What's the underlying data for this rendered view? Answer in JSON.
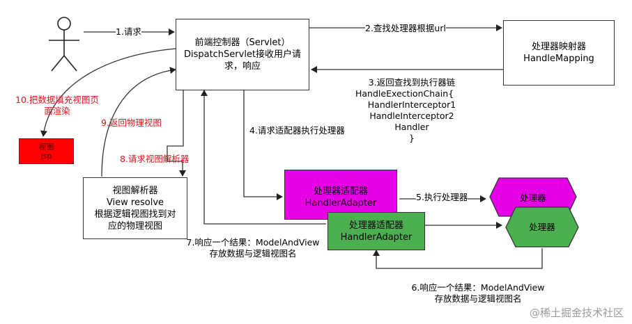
{
  "nodes": {
    "dispatcher": [
      "前端控制器（Servlet）",
      "DispatchServlet接收用户请",
      "求，响应"
    ],
    "handler_mapping": [
      "处理器映射器",
      "HandleMapping"
    ],
    "adapter_back": [
      "处理器适配器",
      "HandlerAdapter"
    ],
    "adapter_front": [
      "处理器适配器",
      "HandlerAdapter"
    ],
    "handler_back": "处理器",
    "handler_front": "处理器",
    "view_resolver": [
      "视图解析器",
      "View resolve",
      "根据逻辑视图找到对",
      "应的物理视图"
    ],
    "view_jsp": [
      "视图",
      "jsp"
    ]
  },
  "edges": {
    "e1": "1.请求",
    "e2": "2.查找处理器根据url",
    "e3": [
      "3.返回查找到执行器链",
      "HandleExectionChain{",
      "HandlerInterceptor1",
      "HandleInterceptor2",
      "Handler",
      "}"
    ],
    "e4": "4.请求适配器执行处理器",
    "e5": "5.执行处理器",
    "e6": [
      "6.响应一个结果：ModelAndView",
      "存放数据与逻辑视图名"
    ],
    "e7": [
      "7.响应一个结果：ModelAndView",
      "存放数据与逻辑视图名"
    ],
    "e8": "8.请求视图解析器",
    "e9": "9.返回物理视图",
    "e10": [
      "10.把数据填充视图页",
      "面渲染"
    ]
  },
  "watermark": "@稀土掘金技术社区",
  "colors": {
    "magenta": "#e600e6",
    "green": "#4caf50",
    "red_box": "#ff0000",
    "red_text": "#e0141e"
  }
}
